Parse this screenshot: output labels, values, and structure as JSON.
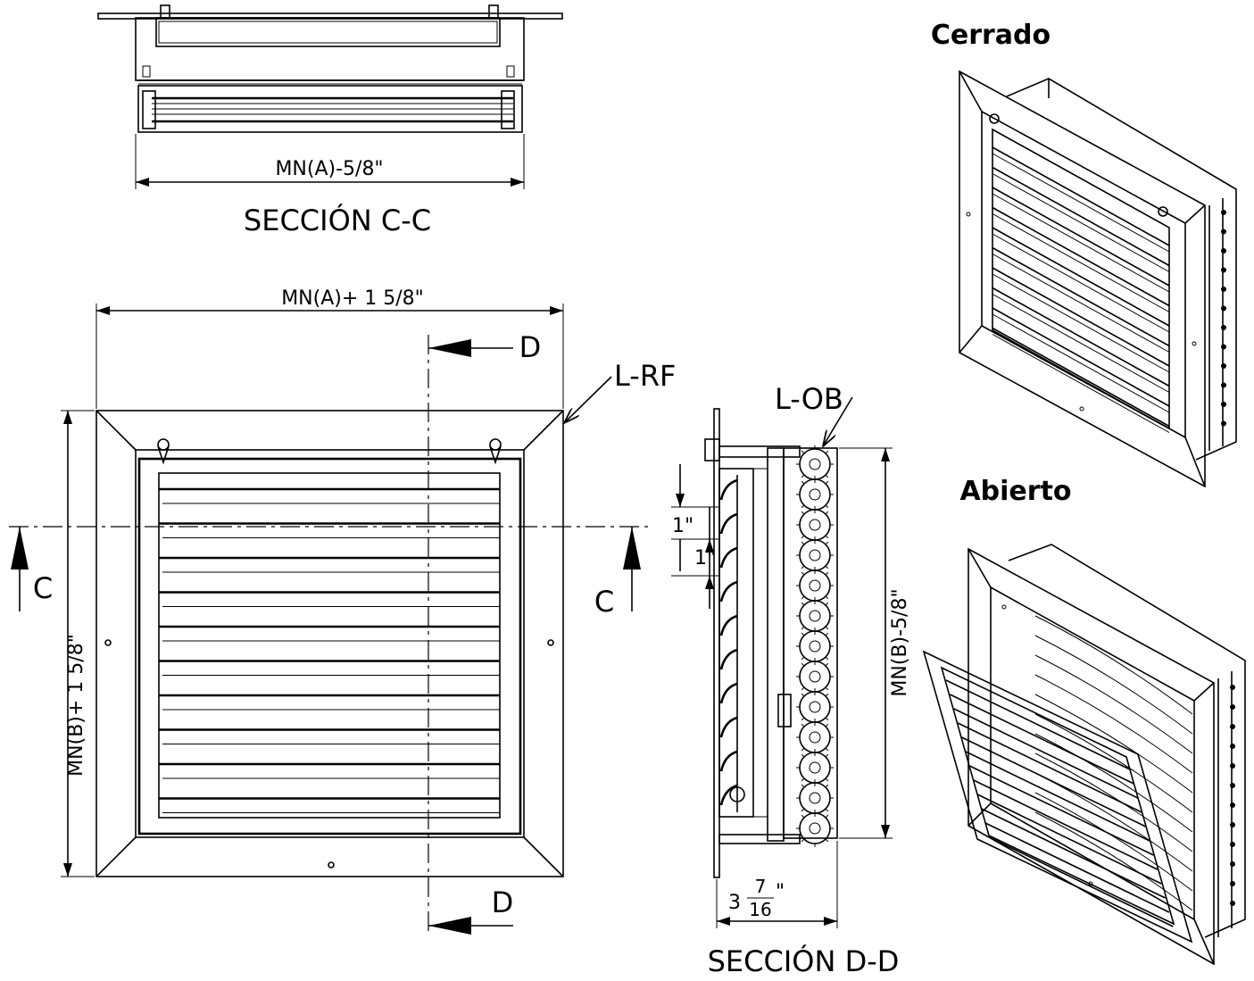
{
  "section_cc": {
    "title": "SECCIÓN C-C",
    "width_dim": "MN(A)-5/8\""
  },
  "front_view": {
    "width_dim": "MN(A)+ 1 5/8\"",
    "height_dim": "MN(B)+ 1 5/8\"",
    "cut_d_top": "D",
    "cut_d_bottom": "D",
    "cut_c_left": "C",
    "cut_c_right": "C",
    "callout_frame": "L-RF"
  },
  "section_dd": {
    "title": "SECCIÓN D-D",
    "callout_blade": "L-OB",
    "height_dim": "MN(B)-5/8\"",
    "spacing_1": "1\"",
    "spacing_2": "1\"",
    "depth_whole": "3",
    "depth_num": "7",
    "depth_den": "16",
    "depth_unit": "\""
  },
  "iso_closed": {
    "label": "Cerrado"
  },
  "iso_open": {
    "label": "Abierto"
  }
}
